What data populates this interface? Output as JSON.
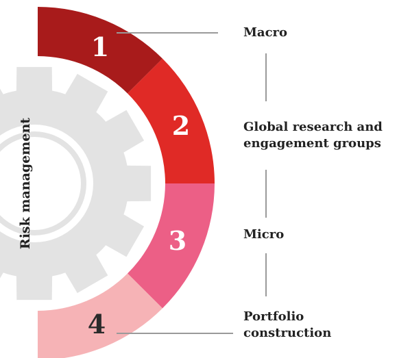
{
  "side_label": "Risk management",
  "steps": [
    {
      "number": "1",
      "label": "Macro",
      "color": "#a81b1b"
    },
    {
      "number": "2",
      "label": "Global research and\nengagement groups",
      "color": "#e02a26"
    },
    {
      "number": "3",
      "label": "Micro",
      "color": "#ec5f86"
    },
    {
      "number": "4",
      "label": "Portfolio\nconstruction",
      "color": "#f6b3b6"
    }
  ],
  "colors": {
    "gear": "#e3e3e3",
    "connector": "#9a9a9a"
  }
}
